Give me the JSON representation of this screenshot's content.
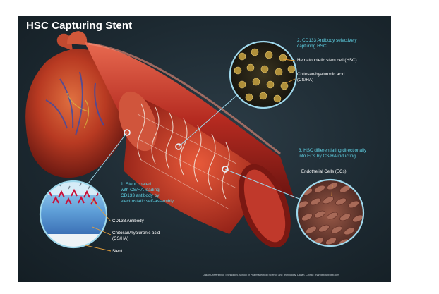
{
  "title": "HSC Capturing Stent",
  "steps": {
    "step1": "1. Stent coated\nwith CS/HA loading\nCD133 antibody by\nelectrostatic self-assembly.",
    "step2": "2. CD133 Antibody selectively\ncapturing HSC.",
    "step3": "3. HSC differentiating directionally\ninto ECs by CS/HA inducting."
  },
  "labels": {
    "cd133": "CD133 Antibody",
    "chitosan_left": "Chitosan/hyaluronic acid\n(CS/HA)",
    "stent": "Stent",
    "hsc": "Hematopoietic stem cell (HSC)",
    "chitosan_top": "Chitosan/hyaluronic acid\n(CS/HA)",
    "ecs": "Endothelial Cells (ECs)"
  },
  "footer": "Dalian University of Technology, School of Pharmaceutical Science and Technology, Dalian, China ; zhangxx56@dlut.com",
  "colors": {
    "background": "#1d2a32",
    "step_text": "#5fd3e6",
    "leader_line": "#e8a13a",
    "callout_ring": "#9fd8ec"
  }
}
